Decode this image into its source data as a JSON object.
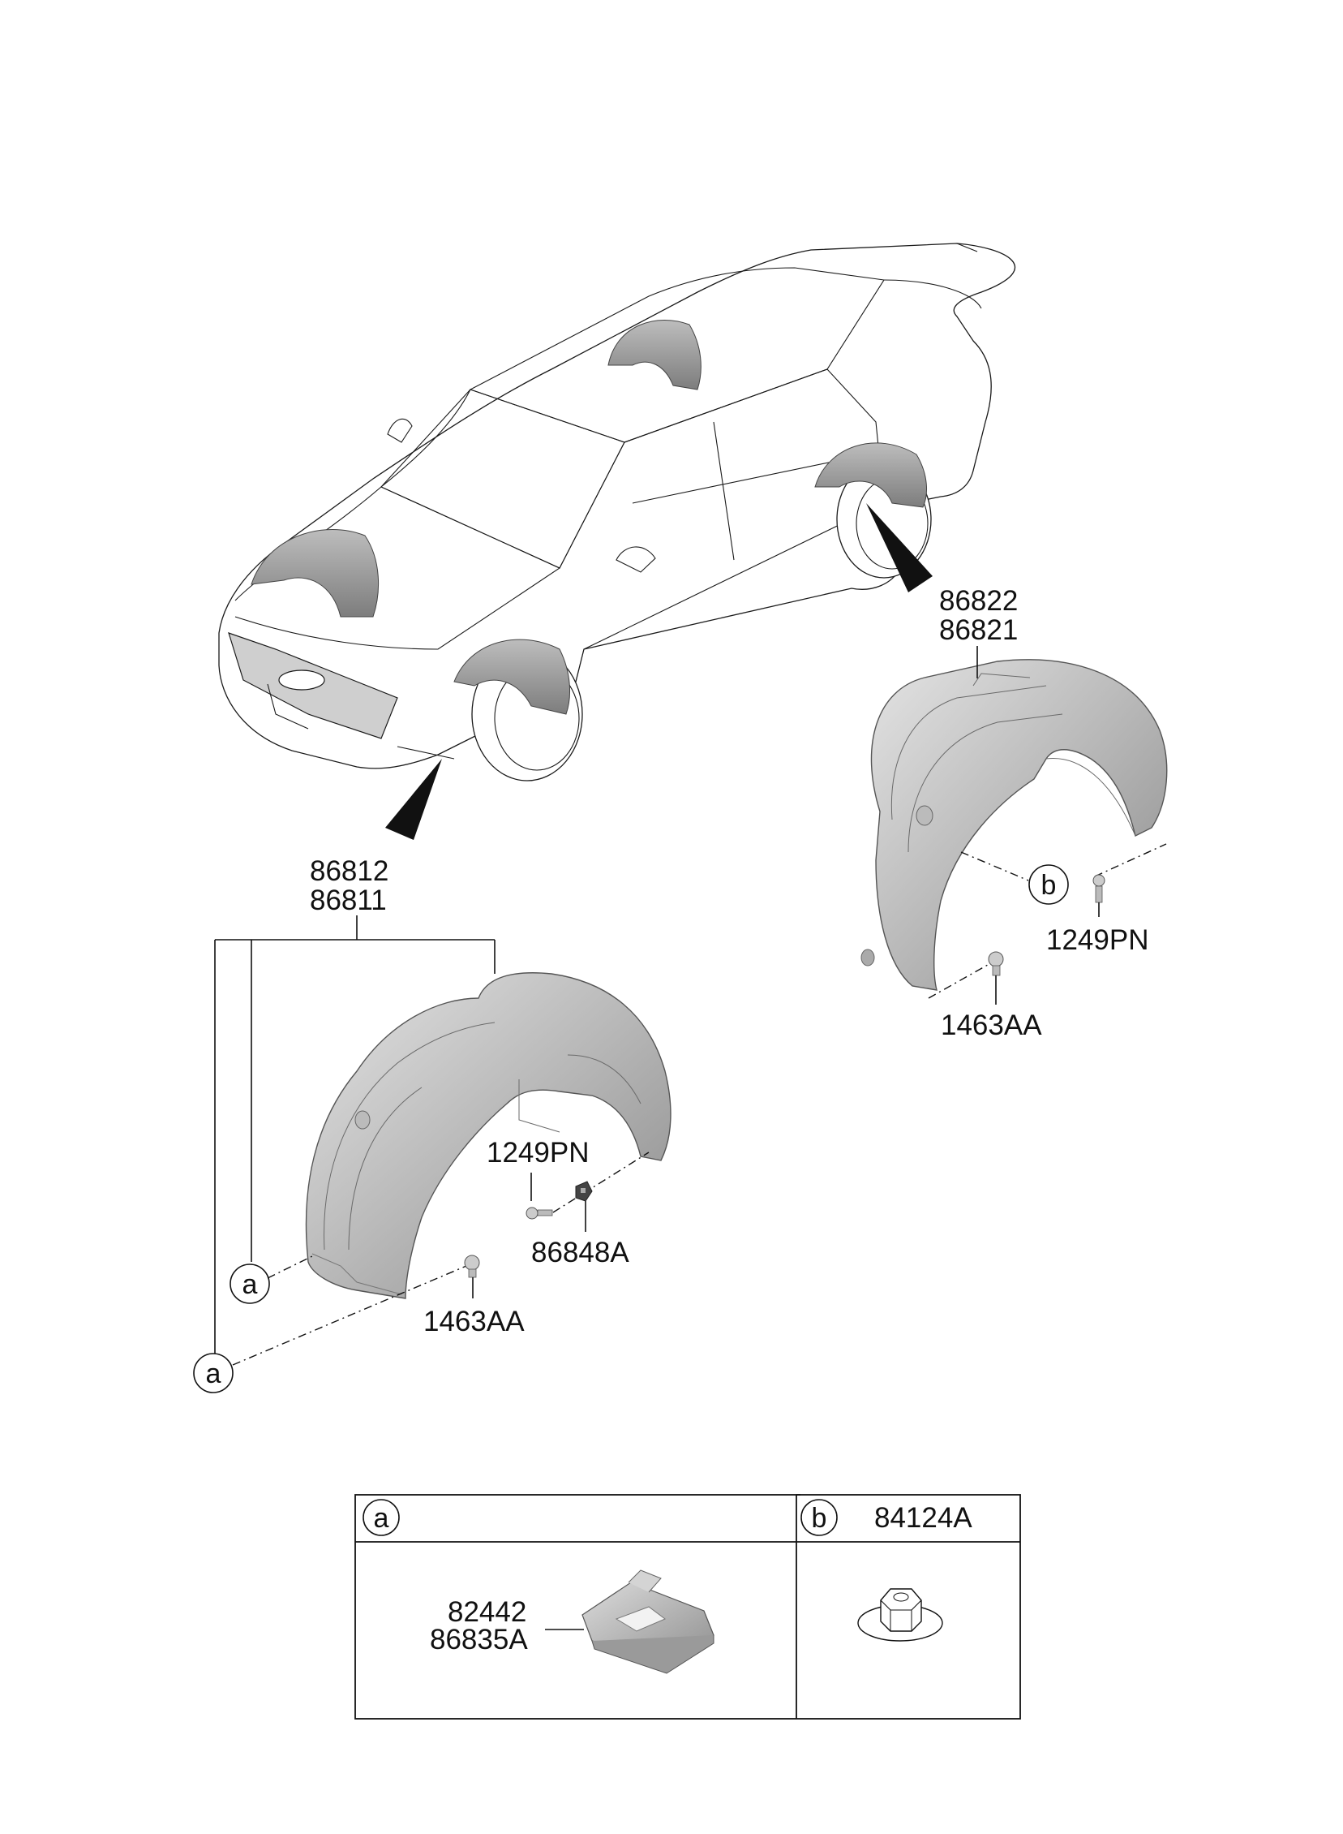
{
  "callouts": {
    "rear_upper": "86822",
    "rear_lower": "86821",
    "front_upper": "86812",
    "front_lower": "86811",
    "rear_screw": "1249PN",
    "rear_clip": "1463AA",
    "front_screw": "1249PN",
    "front_nut": "86848A",
    "front_clip": "1463AA"
  },
  "refs": {
    "a": "a",
    "b": "b"
  },
  "legend": {
    "a_key": "a",
    "a_part_upper": "82442",
    "a_part_lower": "86835A",
    "b_key": "b",
    "b_part": "84124A"
  },
  "colors": {
    "liner_light": "#e2e2e2",
    "liner_dark": "#8c8c8c",
    "line": "#111111"
  }
}
